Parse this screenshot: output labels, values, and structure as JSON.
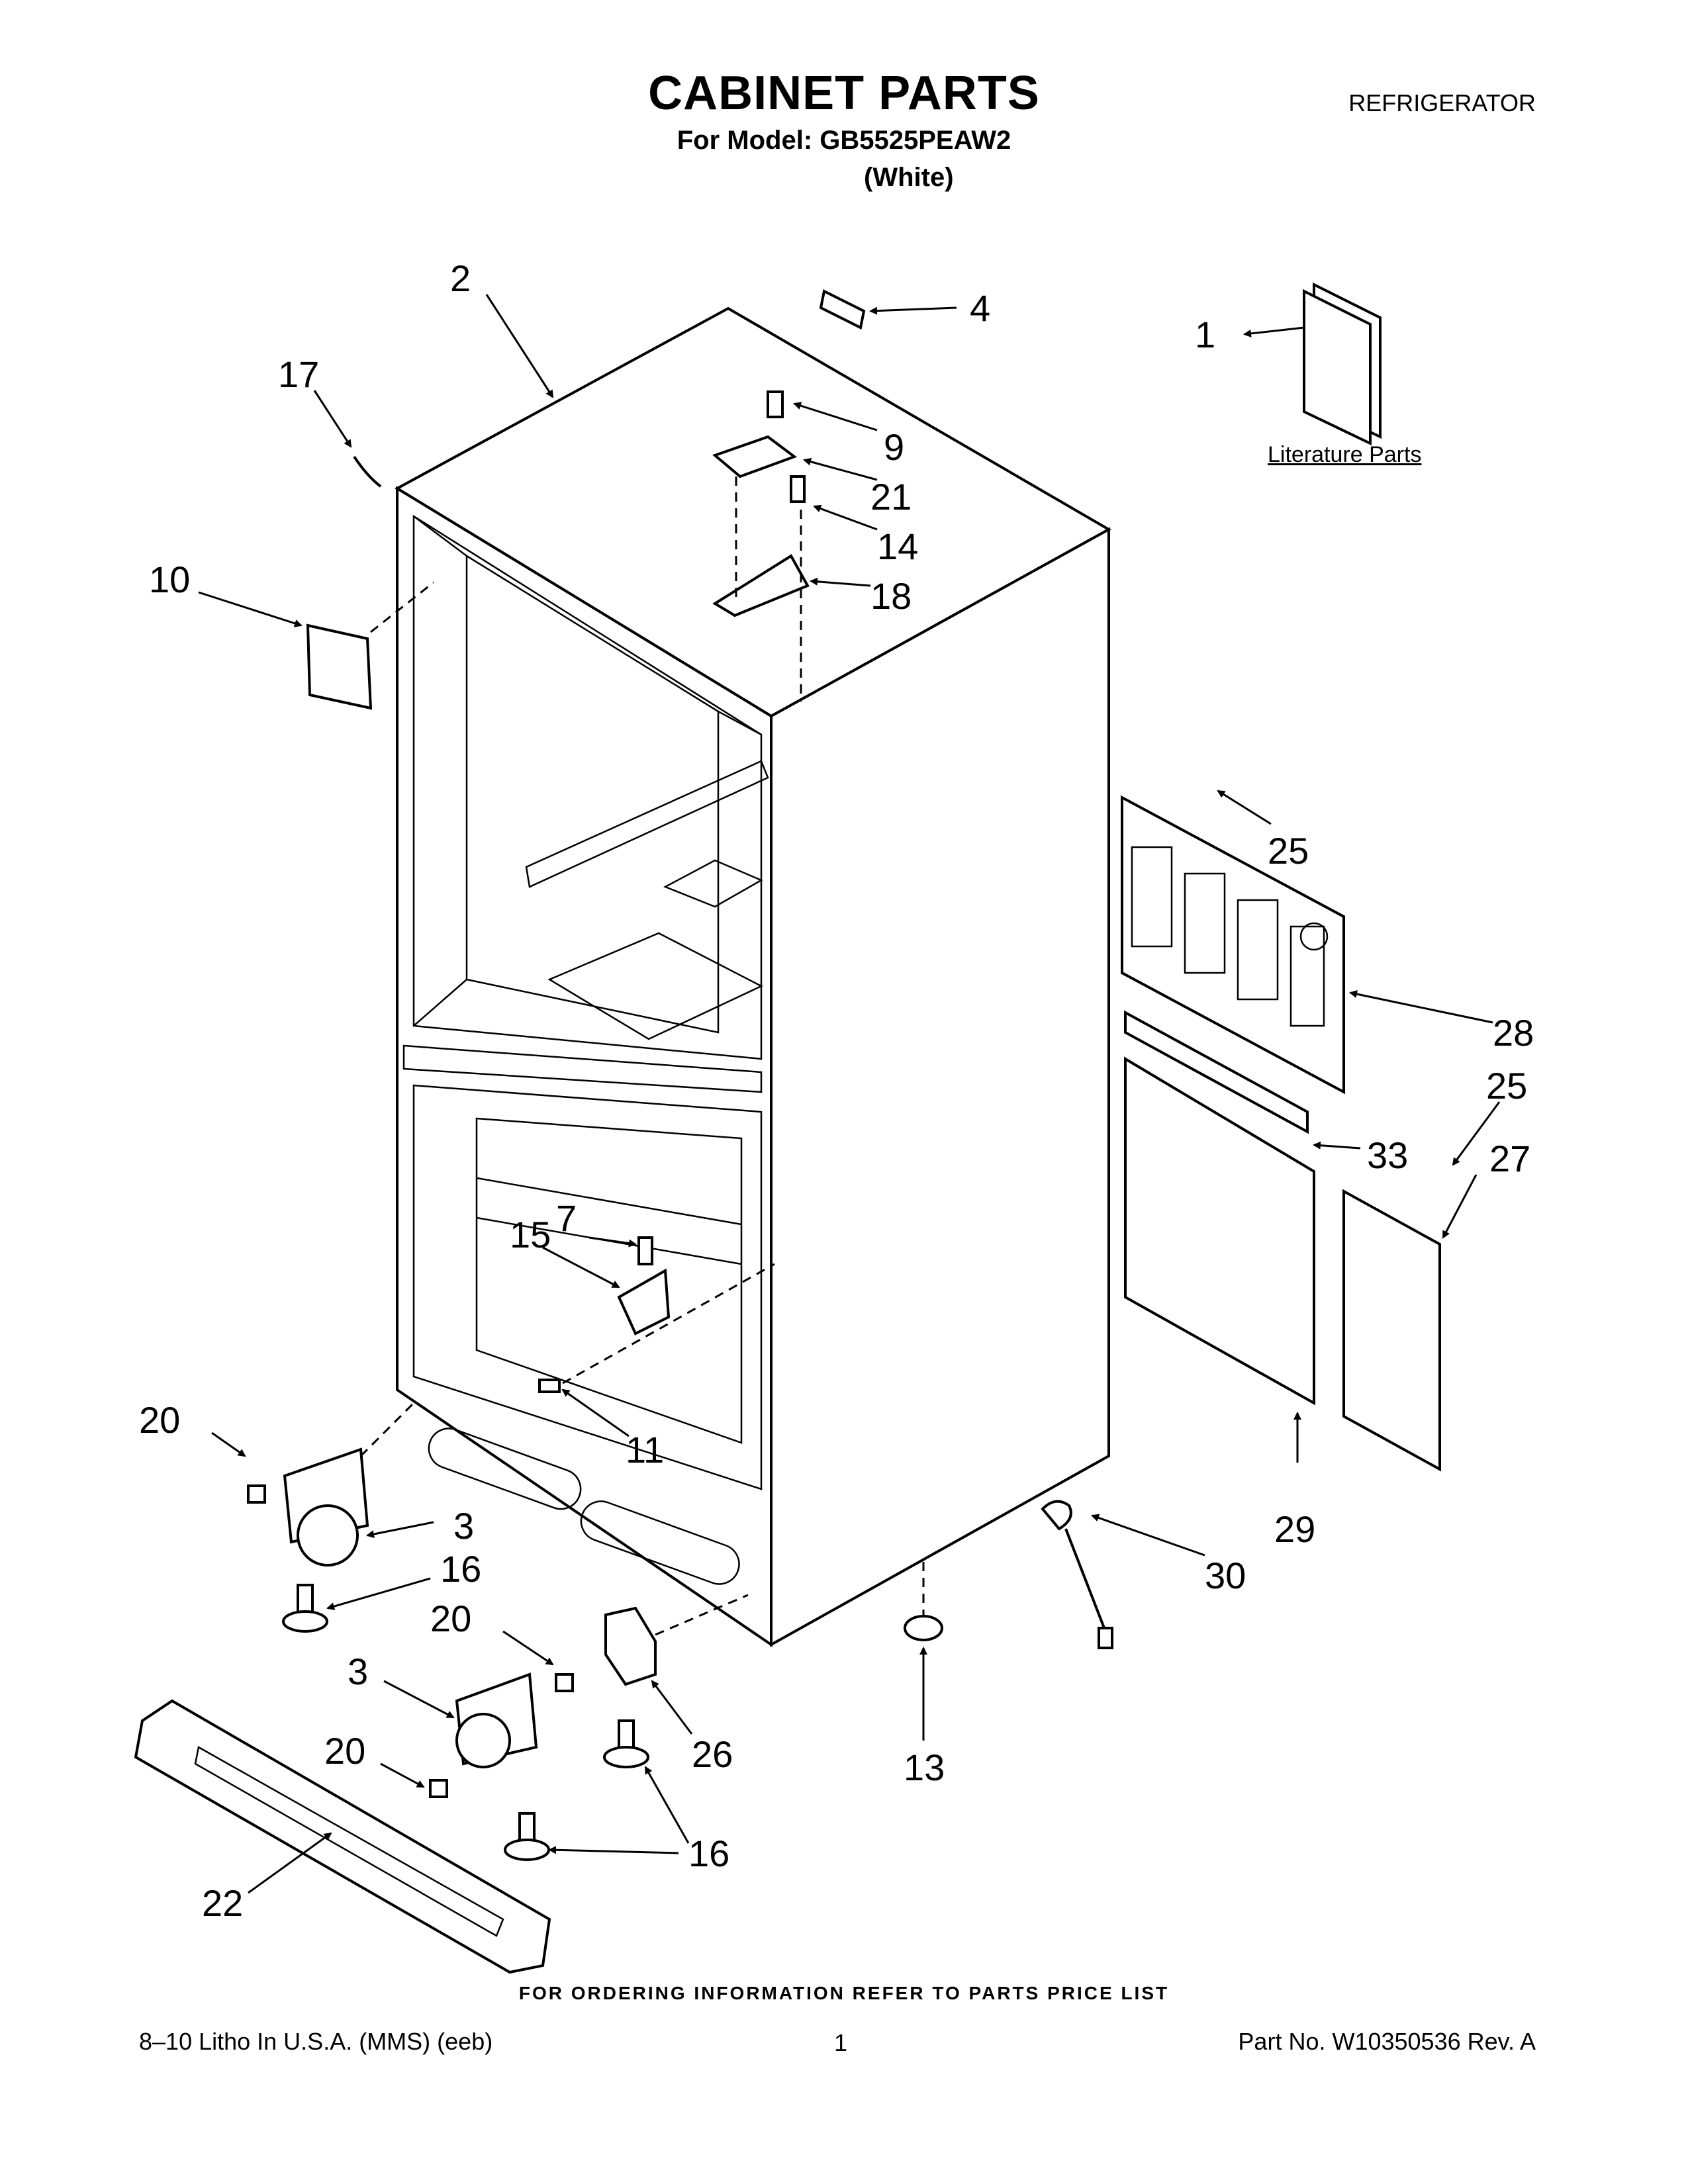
{
  "header": {
    "title": "CABINET PARTS",
    "model_line": "For Model: GB5525PEAW2",
    "variant": "(White)",
    "category": "REFRIGERATOR"
  },
  "literature_label": "Literature Parts",
  "callouts": [
    "1",
    "2",
    "3",
    "3",
    "4",
    "7",
    "9",
    "10",
    "11",
    "13",
    "14",
    "15",
    "16",
    "16",
    "17",
    "18",
    "20",
    "20",
    "20",
    "21",
    "22",
    "25",
    "25",
    "26",
    "27",
    "28",
    "29",
    "30",
    "33"
  ],
  "footer": {
    "ordering_note": "FOR ORDERING INFORMATION REFER TO PARTS PRICE LIST",
    "litho": "8–10 Litho In U.S.A. (MMS) (eeb)",
    "page": "1",
    "part_no": "Part No. W10350536 Rev. A"
  }
}
